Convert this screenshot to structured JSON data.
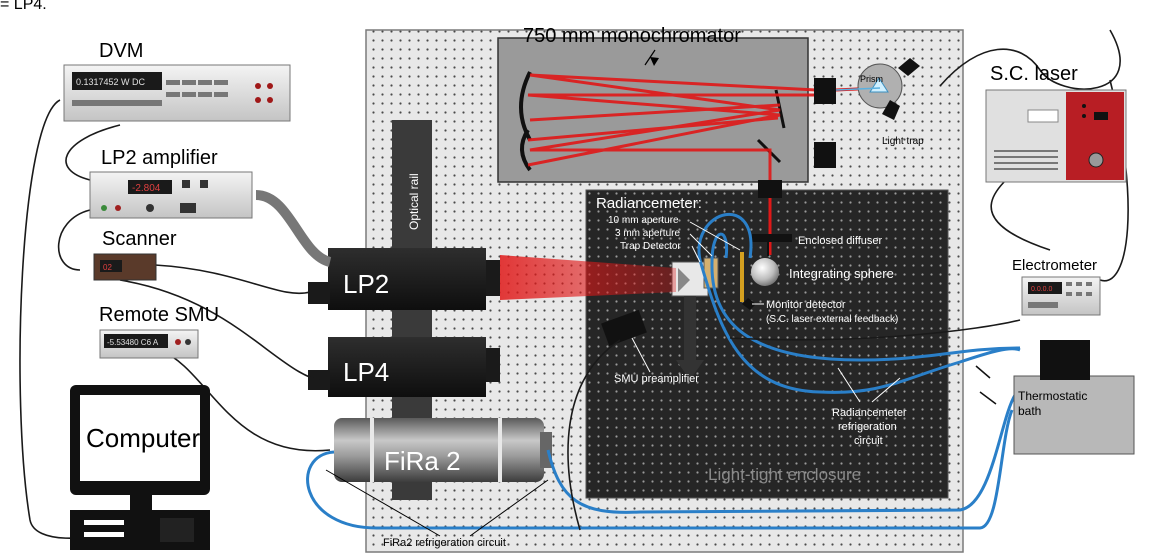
{
  "header_fragment": "= LP4.",
  "labels": {
    "monochromator": "750 mm monochromator",
    "dvm": "DVM",
    "lp2_amplifier": "LP2 amplifier",
    "scanner": "Scanner",
    "remote_smu": "Remote SMU",
    "computer": "Computer",
    "sc_laser": "S.C. laser",
    "electrometer": "Electrometer",
    "thermostatic_bath": "Thermostatic\nbath",
    "prism": "Prism",
    "light_trap": "Light trap",
    "optical_rail": "Optical rail",
    "lp2": "LP2",
    "lp4": "LP4",
    "fira2": "FiRa 2",
    "radiancemeter": "Radiancemeter:",
    "aperture_10": "10 mm aperture",
    "aperture_3": "3 mm aperture",
    "trap_detector": "Trap Detector",
    "enclosed_diffuser": "Enclosed diffuser",
    "integrating_sphere": "Integrating sphere",
    "monitor_detector": "Monitor detector",
    "monitor_detector_note": "(S.C. laser external feedback)",
    "smu_preamplifier": "SMU preamplifier",
    "radiancemeter_refrigeration": "Radiancemeter\nrefrigeration\ncircuit",
    "light_tight_enclosure": "Light-tight enclosure",
    "fira2_refrigeration": "FiRa2 refrigeration circuit"
  },
  "displays": {
    "dvm": "0.1317452  W DC",
    "lp2_amplifier": "-2.804",
    "scanner": "02",
    "remote_smu": "-5.53480 C6  A",
    "electrometer": "0.0.0.0"
  },
  "colors": {
    "beam": "#e01818",
    "coolant": "#2a7fc8",
    "cable": "#1a1a1a",
    "enclosure": "#262626",
    "optical_table": "#e6e6e6",
    "laser_panel": "#b81e24"
  }
}
